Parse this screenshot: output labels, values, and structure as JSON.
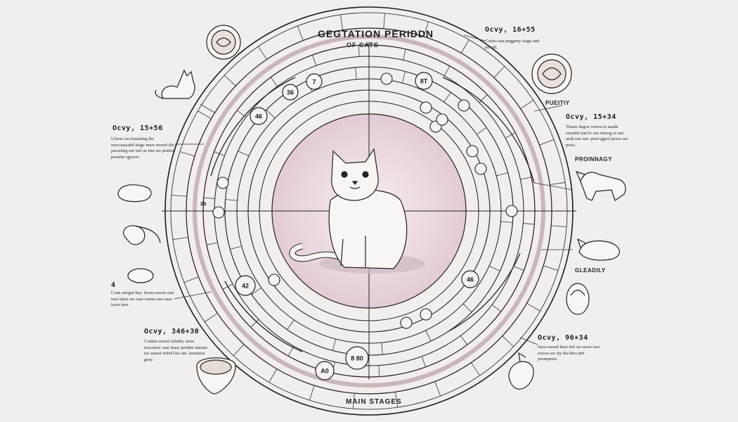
{
  "diagram": {
    "title": "GEGTATION PERIDDN",
    "subtitle": "OF CATS",
    "bottom_label": "MAIN STAGES"
  },
  "annotations": [
    {
      "heading": "Ocvy, 16+55",
      "text": "Csstus naa peggeny stage and prccdt."
    },
    {
      "heading": "Ocvy, 15+56",
      "text": "Ulsrus on eoaaeting the oeecoaasahd stage mere neroel ths paosning nat stel ae tins tas pestion peeaner qpyere."
    },
    {
      "heading": "Ocvy, 15+34",
      "text": "Tiauer dagoe roerea ts ueade sreaidst trat fe oes rnteog es nat aesk sue sen. peen ggesl pesse ses preis."
    },
    {
      "heading": "4",
      "text": "Cean stesgat ltsy. Ssrua ssssut ssat tues tepst sss ssae ssenss aea saas tssee tees."
    },
    {
      "heading": "Ocvy, 346+30",
      "text": "Csstien sereel seledey stese tescsnree ssse mase pendee tnasste tse aaeast enfeel tes ate. sssmutse geay."
    },
    {
      "heading": "Ocvy, 96+34",
      "text": "Ssea ssssed ltess ttsl sss sesse sses sosses ssr sty tha thes pttt pesnepens."
    }
  ],
  "stage_labels": [
    "PUEITIY",
    "PROINNAGY",
    "GLEADILY"
  ],
  "circle_markers": [
    "46",
    "36",
    "7",
    "8T",
    "42",
    "46",
    "A0",
    "8 80"
  ],
  "tick_labels": [
    "2b"
  ]
}
